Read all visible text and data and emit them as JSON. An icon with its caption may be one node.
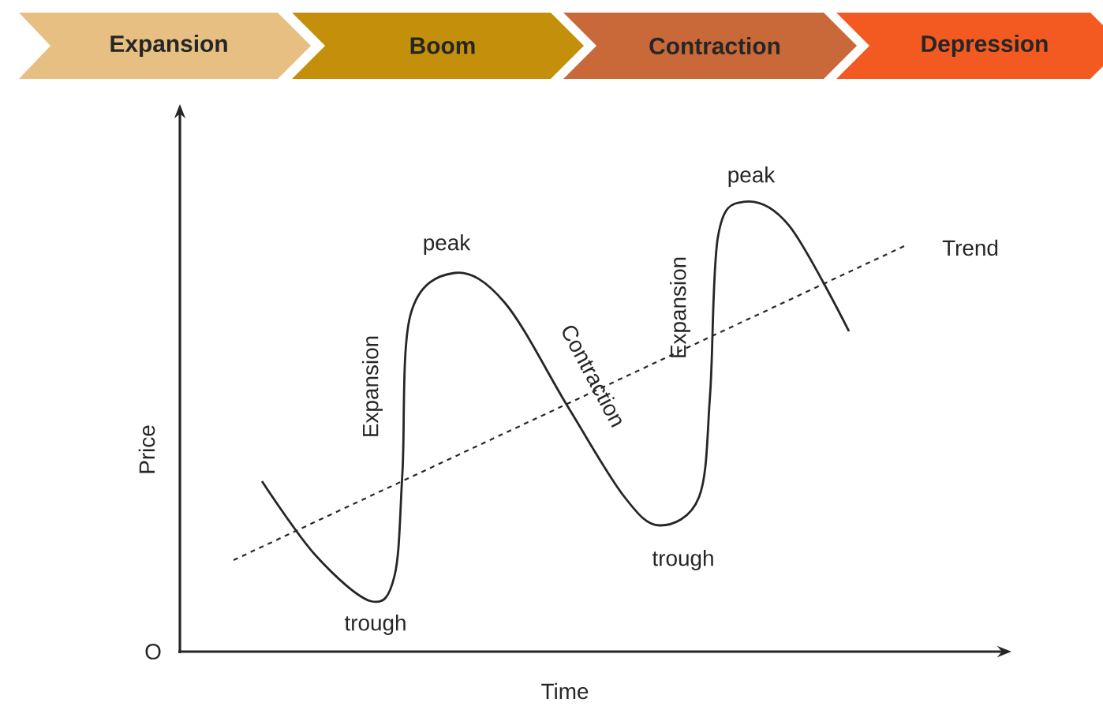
{
  "diagram": {
    "nodes": [
      {
        "text": [
          "Expansion"
        ]
      },
      {
        "text": [
          "Boom"
        ]
      },
      {
        "text": [
          "Contraction"
        ]
      },
      {
        "text": [
          "Depression"
        ]
      }
    ],
    "labels": [
      "peak",
      "peak",
      "Trend",
      "Expansion",
      "Contraction",
      "Expansion",
      "Price",
      "trough",
      "trough",
      "O",
      "Time"
    ]
  }
}
